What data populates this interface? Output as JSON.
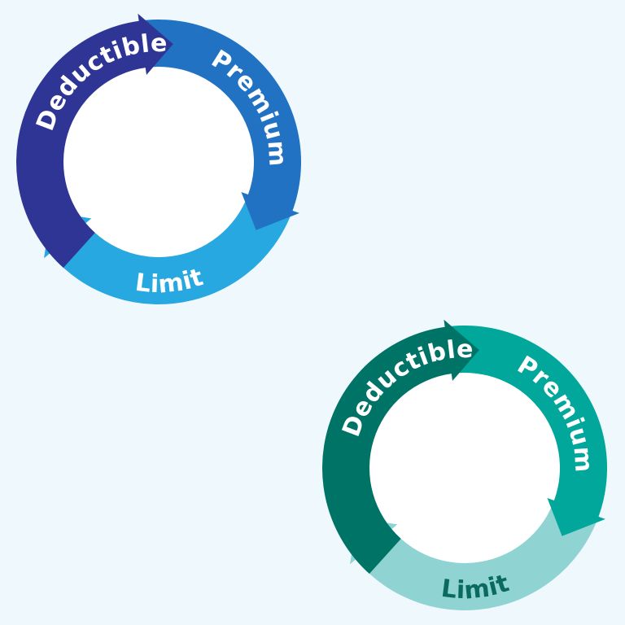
{
  "background_color": "#eff8fd",
  "diagrams": [
    {
      "name": "blue-cycle",
      "segments": [
        {
          "key": "deductible",
          "label": "Deductible",
          "color": "#2e3595",
          "text_color": "#ffffff"
        },
        {
          "key": "premium",
          "label": "Premium",
          "color": "#2272c3",
          "text_color": "#ffffff"
        },
        {
          "key": "limit",
          "label": "Limit",
          "color": "#27a8e1",
          "text_color": "#ffffff"
        }
      ]
    },
    {
      "name": "teal-cycle",
      "segments": [
        {
          "key": "deductible",
          "label": "Deductible",
          "color": "#007367",
          "text_color": "#ffffff"
        },
        {
          "key": "premium",
          "label": "Premium",
          "color": "#00a79a",
          "text_color": "#ffffff"
        },
        {
          "key": "limit",
          "label": "Limit",
          "color": "#8fd3d3",
          "text_color": "#0a6a60"
        }
      ]
    }
  ]
}
